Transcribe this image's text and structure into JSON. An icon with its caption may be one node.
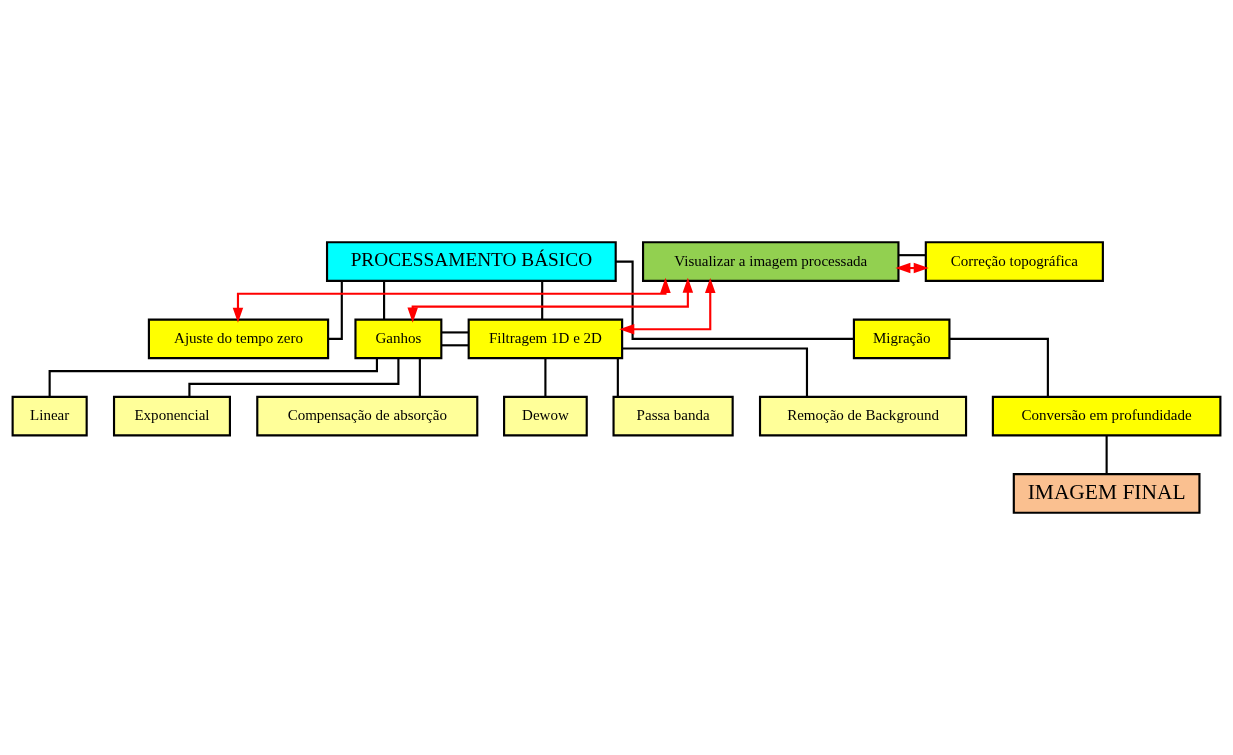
{
  "diagram": {
    "nodes": [
      {
        "text": [
          "PROCESSAMENTO BÁSICO"
        ]
      },
      {
        "text": [
          "Ajuste do tempo zero"
        ]
      },
      {
        "text": [
          "Linear"
        ]
      },
      {
        "text": [
          "Exponencial"
        ]
      },
      {
        "text": [
          "Compensação de absorção"
        ]
      },
      {
        "text": [
          "Ganhos"
        ]
      },
      {
        "text": [
          "Filtragem 1D e 2D"
        ]
      },
      {
        "text": [
          "Dewow"
        ]
      },
      {
        "text": [
          "Passa banda"
        ]
      },
      {
        "text": [
          "Remoção de Background"
        ]
      },
      {
        "text": [
          "Migração"
        ]
      },
      {
        "text": [
          "Conversão em profundidade"
        ]
      },
      {
        "text": [
          "Visualizar a imagem processada"
        ]
      },
      {
        "text": [
          "Correção topográfica"
        ]
      },
      {
        "text": [
          "IMAGEM FINAL"
        ]
      }
    ],
    "edges": [
      {
        "from": 0,
        "to": 1,
        "arrow": "none"
      },
      {
        "from": 0,
        "to": 5,
        "arrow": "none"
      },
      {
        "from": 0,
        "to": 6,
        "arrow": "none"
      },
      {
        "from": 5,
        "to": 6,
        "arrow": "none"
      },
      {
        "from": 5,
        "to": 6,
        "arrow": "none"
      },
      {
        "from": 5,
        "to": 2,
        "arrow": "none"
      },
      {
        "from": 5,
        "to": 3,
        "arrow": "none"
      },
      {
        "from": 5,
        "to": 4,
        "arrow": "none"
      },
      {
        "from": 6,
        "to": 7,
        "arrow": "none"
      },
      {
        "from": 6,
        "to": 8,
        "arrow": "none"
      },
      {
        "from": 6,
        "to": 9,
        "arrow": "none"
      },
      {
        "from": 0,
        "to": 10,
        "arrow": "none"
      },
      {
        "from": 10,
        "to": 11,
        "arrow": "none"
      },
      {
        "from": 11,
        "to": 14,
        "arrow": "none"
      },
      {
        "from": 12,
        "to": 13,
        "arrow": "none"
      },
      {
        "from": 12,
        "to": 1,
        "arrow": "both",
        "color": "#ff0000"
      },
      {
        "from": 12,
        "to": 5,
        "arrow": "both",
        "color": "#ff0000"
      },
      {
        "from": 12,
        "to": 6,
        "arrow": "both",
        "color": "#ff0000"
      },
      {
        "from": 12,
        "to": 13,
        "arrow": "both",
        "color": "#ff0000"
      }
    ]
  }
}
